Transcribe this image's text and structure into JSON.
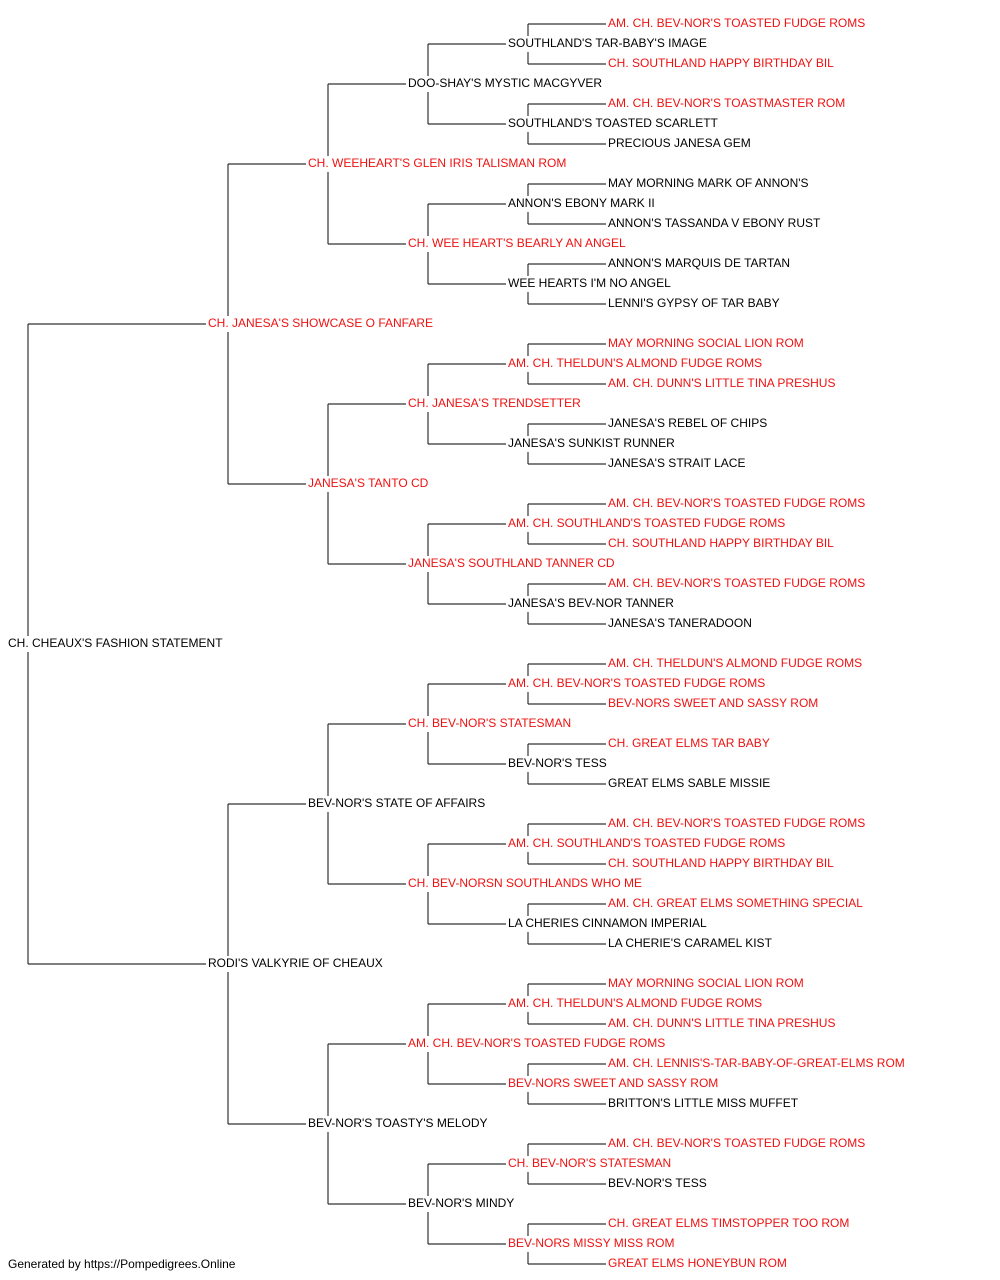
{
  "colors": {
    "champion": "#ee1111",
    "normal": "#000000",
    "line": "#333333"
  },
  "pedigree": {
    "subject": {
      "name": "CH. CHEAUX'S FASHION STATEMENT",
      "champion": false
    },
    "sire": {
      "name": "CH. JANESA'S SHOWCASE O FANFARE",
      "champion": true
    },
    "dam": {
      "name": "RODI'S VALKYRIE OF CHEAUX",
      "champion": false
    },
    "grandparents": [
      {
        "name": "CH. WEEHEART'S GLEN IRIS TALISMAN ROM",
        "champion": true
      },
      {
        "name": "JANESA'S TANTO CD",
        "champion": true
      },
      {
        "name": "BEV-NOR'S STATE OF AFFAIRS",
        "champion": false
      },
      {
        "name": "BEV-NOR'S TOASTY'S MELODY",
        "champion": false
      }
    ],
    "great_grandparents": [
      {
        "name": "DOO-SHAY'S MYSTIC MACGYVER",
        "champion": false
      },
      {
        "name": "CH. WEE HEART'S BEARLY AN ANGEL",
        "champion": true
      },
      {
        "name": "CH. JANESA'S TRENDSETTER",
        "champion": true
      },
      {
        "name": "JANESA'S SOUTHLAND TANNER CD",
        "champion": true
      },
      {
        "name": "CH. BEV-NOR'S STATESMAN",
        "champion": true
      },
      {
        "name": "CH. BEV-NORSN SOUTHLANDS WHO ME",
        "champion": true
      },
      {
        "name": "AM. CH. BEV-NOR'S TOASTED FUDGE ROMS",
        "champion": true
      },
      {
        "name": "BEV-NOR'S MINDY",
        "champion": false
      }
    ],
    "gen4": [
      {
        "name": "SOUTHLAND'S TAR-BABY'S IMAGE",
        "champion": false
      },
      {
        "name": "SOUTHLAND'S TOASTED SCARLETT",
        "champion": false
      },
      {
        "name": "ANNON'S EBONY MARK II",
        "champion": false
      },
      {
        "name": "WEE HEARTS I'M NO ANGEL",
        "champion": false
      },
      {
        "name": "AM. CH. THELDUN'S ALMOND FUDGE ROMS",
        "champion": true
      },
      {
        "name": "JANESA'S SUNKIST RUNNER",
        "champion": false
      },
      {
        "name": "AM. CH. SOUTHLAND'S TOASTED FUDGE ROMS",
        "champion": true
      },
      {
        "name": "JANESA'S BEV-NOR TANNER",
        "champion": false
      },
      {
        "name": "AM. CH. BEV-NOR'S TOASTED FUDGE ROMS",
        "champion": true
      },
      {
        "name": "BEV-NOR'S TESS",
        "champion": false
      },
      {
        "name": "AM. CH. SOUTHLAND'S TOASTED FUDGE ROMS",
        "champion": true
      },
      {
        "name": "LA CHERIES CINNAMON IMPERIAL",
        "champion": false
      },
      {
        "name": "AM. CH. THELDUN'S ALMOND FUDGE ROMS",
        "champion": true
      },
      {
        "name": "BEV-NORS SWEET AND SASSY ROM",
        "champion": true
      },
      {
        "name": "CH. BEV-NOR'S STATESMAN",
        "champion": true
      },
      {
        "name": "BEV-NORS MISSY MISS ROM",
        "champion": true
      }
    ],
    "gen5": [
      {
        "name": "AM. CH. BEV-NOR'S TOASTED FUDGE ROMS",
        "champion": true
      },
      {
        "name": "CH. SOUTHLAND HAPPY BIRTHDAY BIL",
        "champion": true
      },
      {
        "name": "AM. CH. BEV-NOR'S TOASTMASTER ROM",
        "champion": true
      },
      {
        "name": "PRECIOUS JANESA GEM",
        "champion": false
      },
      {
        "name": "MAY MORNING MARK OF ANNON'S",
        "champion": false
      },
      {
        "name": "ANNON'S TASSANDA V EBONY RUST",
        "champion": false
      },
      {
        "name": "ANNON'S MARQUIS DE TARTAN",
        "champion": false
      },
      {
        "name": "LENNI'S GYPSY OF TAR BABY",
        "champion": false
      },
      {
        "name": "MAY MORNING SOCIAL LION ROM",
        "champion": true
      },
      {
        "name": "AM. CH. DUNN'S LITTLE TINA PRESHUS",
        "champion": true
      },
      {
        "name": "JANESA'S REBEL OF CHIPS",
        "champion": false
      },
      {
        "name": "JANESA'S STRAIT LACE",
        "champion": false
      },
      {
        "name": "AM. CH. BEV-NOR'S TOASTED FUDGE ROMS",
        "champion": true
      },
      {
        "name": "CH. SOUTHLAND HAPPY BIRTHDAY BIL",
        "champion": true
      },
      {
        "name": "AM. CH. BEV-NOR'S TOASTED FUDGE ROMS",
        "champion": true
      },
      {
        "name": "JANESA'S TANERADOON",
        "champion": false
      },
      {
        "name": "AM. CH. THELDUN'S ALMOND FUDGE ROMS",
        "champion": true
      },
      {
        "name": "BEV-NORS SWEET AND SASSY ROM",
        "champion": true
      },
      {
        "name": "CH. GREAT ELMS TAR BABY",
        "champion": true
      },
      {
        "name": "GREAT ELMS SABLE MISSIE",
        "champion": false
      },
      {
        "name": "AM. CH. BEV-NOR'S TOASTED FUDGE ROMS",
        "champion": true
      },
      {
        "name": "CH. SOUTHLAND HAPPY BIRTHDAY BIL",
        "champion": true
      },
      {
        "name": "AM. CH. GREAT ELMS SOMETHING SPECIAL",
        "champion": true
      },
      {
        "name": "LA CHERIE'S CARAMEL KIST",
        "champion": false
      },
      {
        "name": "MAY MORNING SOCIAL LION ROM",
        "champion": true
      },
      {
        "name": "AM. CH. DUNN'S LITTLE TINA PRESHUS",
        "champion": true
      },
      {
        "name": "AM. CH. LENNIS'S-TAR-BABY-OF-GREAT-ELMS ROM",
        "champion": true
      },
      {
        "name": "BRITTON'S LITTLE MISS MUFFET",
        "champion": false
      },
      {
        "name": "AM. CH. BEV-NOR'S TOASTED FUDGE ROMS",
        "champion": true
      },
      {
        "name": "BEV-NOR'S TESS",
        "champion": false
      },
      {
        "name": "CH. GREAT ELMS TIMSTOPPER TOO ROM",
        "champion": true
      },
      {
        "name": "GREAT ELMS HONEYBUN ROM",
        "champion": true
      }
    ]
  },
  "footer": {
    "text": "Generated by https://Pompedigrees.Online"
  }
}
